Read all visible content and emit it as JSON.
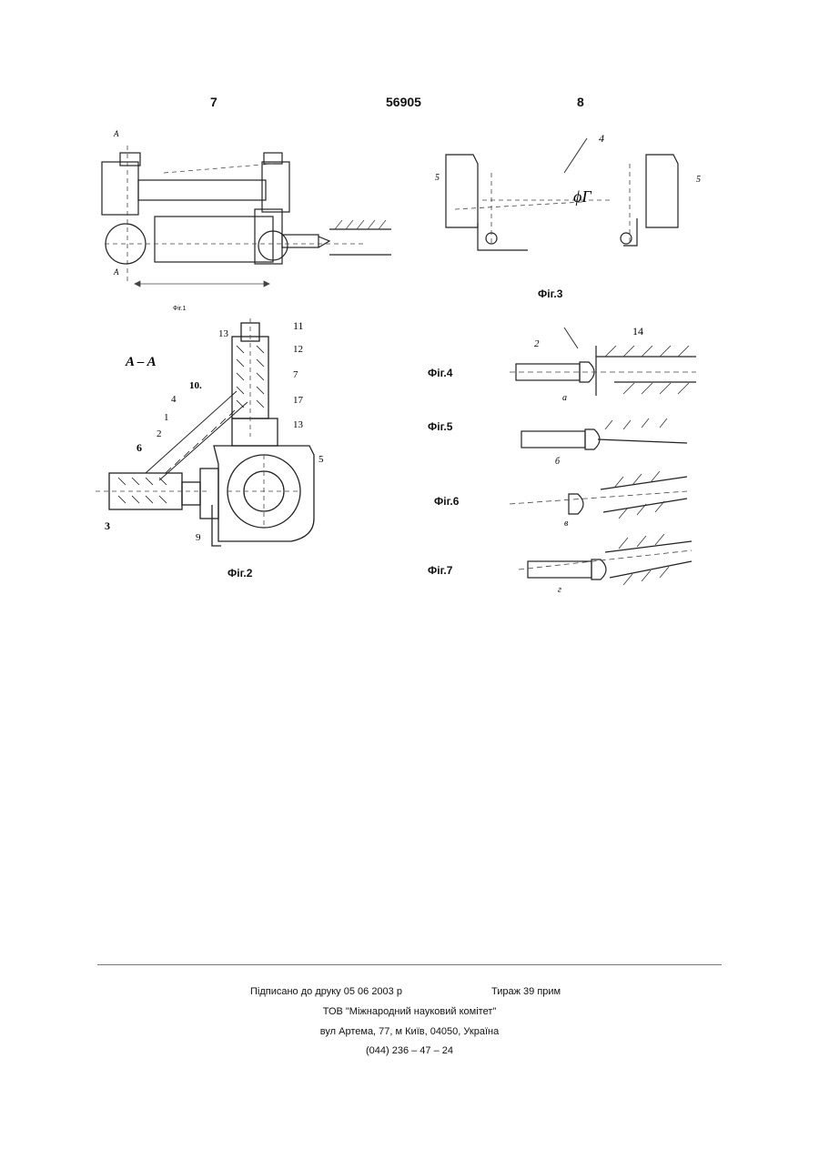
{
  "header": {
    "left_page": "7",
    "patent_number": "56905",
    "right_page": "8"
  },
  "figures": {
    "fig1": {
      "caption": "Фіг.1",
      "section_mark": "А"
    },
    "fig2": {
      "caption": "Фіг.2",
      "section_title": "A – A",
      "labels": [
        "11",
        "13",
        "12",
        "7",
        "17",
        "13",
        "10.",
        "4",
        "1",
        "2",
        "6",
        "3",
        "9",
        "5"
      ]
    },
    "fig3": {
      "caption": "Фіг.3",
      "labels": [
        "4",
        "5",
        "5"
      ],
      "angle_label": "ϕΓ"
    },
    "fig4": {
      "caption": "Фіг.4",
      "labels": [
        "2",
        "14"
      ],
      "sub": "а"
    },
    "fig5": {
      "caption": "Фіг.5",
      "sub": "б"
    },
    "fig6": {
      "caption": "Фіг.6",
      "sub": "в"
    },
    "fig7": {
      "caption": "Фіг.7",
      "sub": "г"
    }
  },
  "footer": {
    "signed": "Підписано до друку 05 06 2003 р",
    "circulation": "Тираж 39 прим",
    "org": "ТОВ \"Міжнародний науковий комітет\"",
    "address": "вул  Артема, 77, м  Київ, 04050, Україна",
    "phone": "(044) 236 – 47 – 24"
  }
}
